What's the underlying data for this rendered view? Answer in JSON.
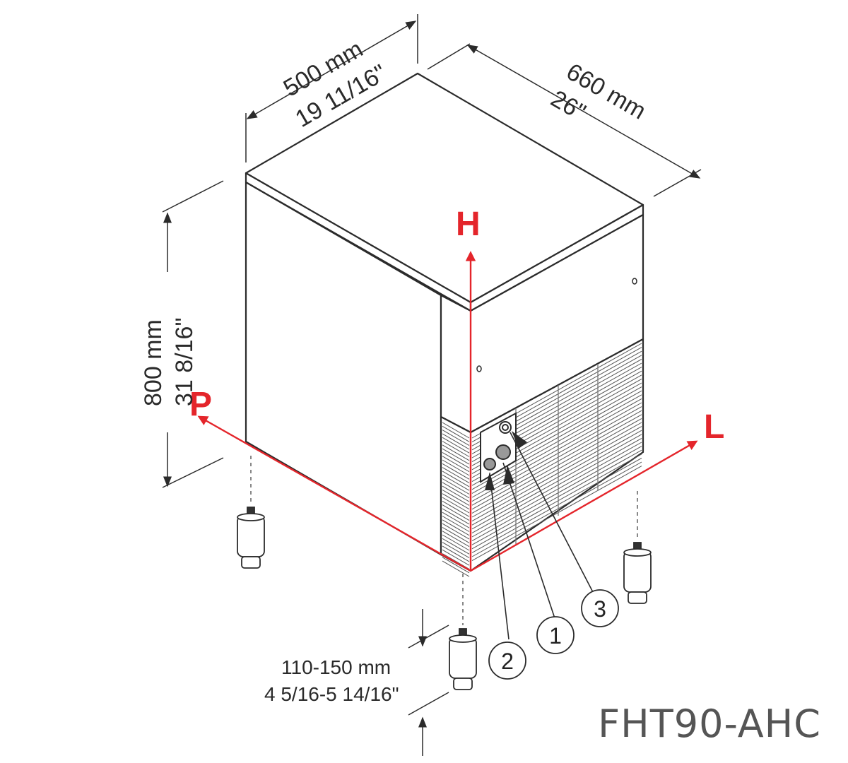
{
  "dimensions": {
    "width_mm": "500 mm",
    "width_in": "19 11/16\"",
    "depth_mm": "660 mm",
    "depth_in": "26\"",
    "height_mm": "800 mm",
    "height_in": "31 8/16\"",
    "feet_mm": "110-150 mm",
    "feet_in": "4 5/16-5 14/16\""
  },
  "axes": {
    "height": "H",
    "left": "L",
    "depth": "P"
  },
  "callouts": [
    "1",
    "2",
    "3"
  ],
  "model": "FHT90-AHC",
  "colors": {
    "axis": "#e4252b",
    "line": "#2b2b2b",
    "model_text": "#555555"
  }
}
